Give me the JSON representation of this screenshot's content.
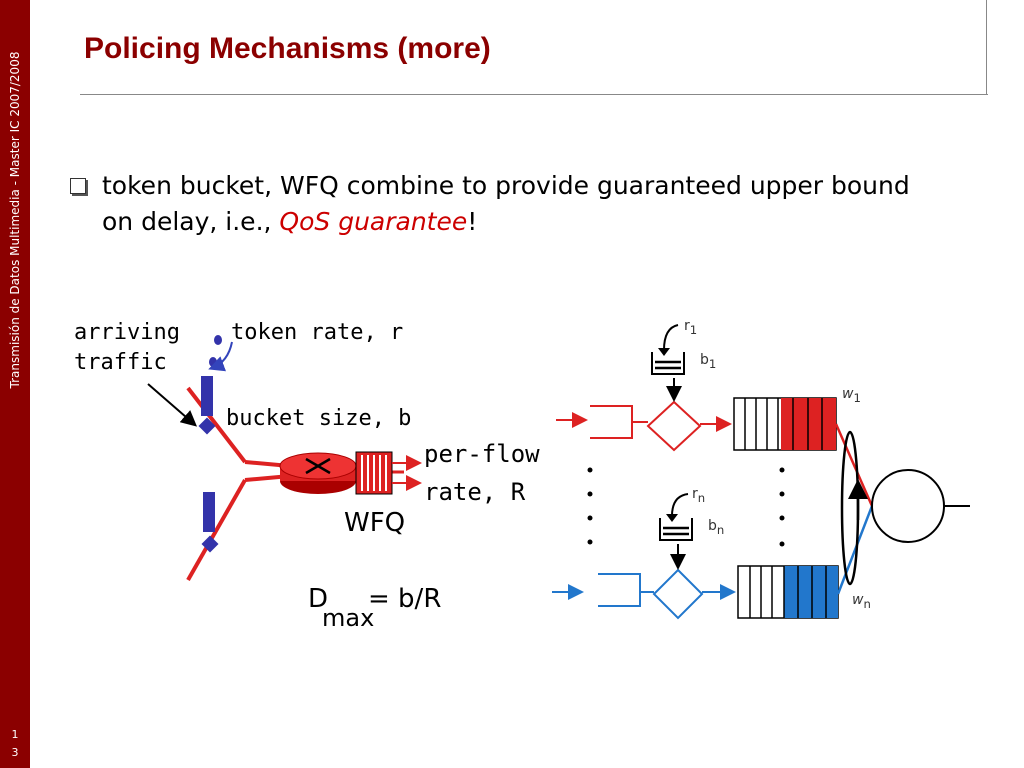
{
  "sidebar": {
    "text": "Transmisión de Datos Multimedia - Master IC 2007/2008",
    "page_digit_1": "1",
    "page_digit_2": "3"
  },
  "slide": {
    "title": "Policing Mechanisms (more)",
    "bullet_part1": "token bucket, WFQ combine to provide guaranteed upper bound on delay, i.e., ",
    "bullet_emph": "QoS guarantee",
    "bullet_end": "!"
  },
  "left_diagram": {
    "arriving_traffic_line1": "arriving",
    "arriving_traffic_line2": "traffic",
    "token_rate": "token rate, r",
    "bucket_size": "bucket size, b",
    "per_flow": "per-flow",
    "rate_R": "rate, R",
    "wfq": "WFQ",
    "d": "D",
    "max": "max",
    "formula_rest": "= b/R"
  },
  "right_diagram": {
    "r": "r",
    "r1_sub": "1",
    "b": "b",
    "b1_sub": "1",
    "rn_sub": "n",
    "bn_sub": "n",
    "w": "w",
    "w1_sub": "1",
    "wn_sub": "n"
  },
  "colors": {
    "sidebar": "#8b0000",
    "title": "#8b0000",
    "accent_red": "#dd2222",
    "accent_blue": "#2277cc",
    "token_blue": "#3333aa"
  }
}
